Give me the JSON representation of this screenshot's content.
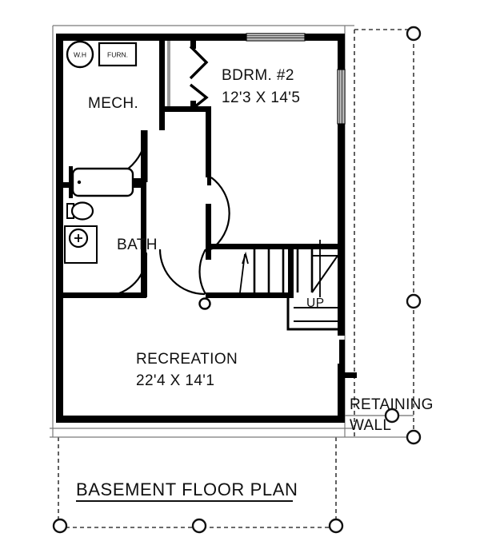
{
  "document": {
    "title": "BASEMENT FLOOR PLAN",
    "kind": "architectural-floor-plan"
  },
  "colors": {
    "wall": "#000000",
    "background": "#ffffff",
    "thin_line": "#6f6f6f",
    "dashed_line": "#444444",
    "text": "#101010"
  },
  "rooms": [
    {
      "id": "mech",
      "name": "MECH.",
      "dimensions": ""
    },
    {
      "id": "bdrm2",
      "name": "BDRM. #2",
      "dimensions": "12'3 X 14'5"
    },
    {
      "id": "bath",
      "name": "BATH",
      "dimensions": ""
    },
    {
      "id": "recreation",
      "name": "RECREATION",
      "dimensions": "22'4 X 14'1"
    }
  ],
  "equipment": [
    {
      "id": "water-heater",
      "label": "W.H",
      "shape": "circle"
    },
    {
      "id": "furnace",
      "label": "FURN.",
      "shape": "rectangle"
    }
  ],
  "fixtures": [
    {
      "id": "bathtub",
      "label": ""
    },
    {
      "id": "toilet",
      "label": ""
    },
    {
      "id": "sink",
      "label": ""
    }
  ],
  "stairs": {
    "direction_label": "UP",
    "tread_count": 5,
    "winder_count": 3
  },
  "annotations": [
    {
      "id": "retaining-wall",
      "line1": "RETAINING",
      "line2": "WALL"
    }
  ],
  "markers": {
    "corner_circle_count": 6
  }
}
